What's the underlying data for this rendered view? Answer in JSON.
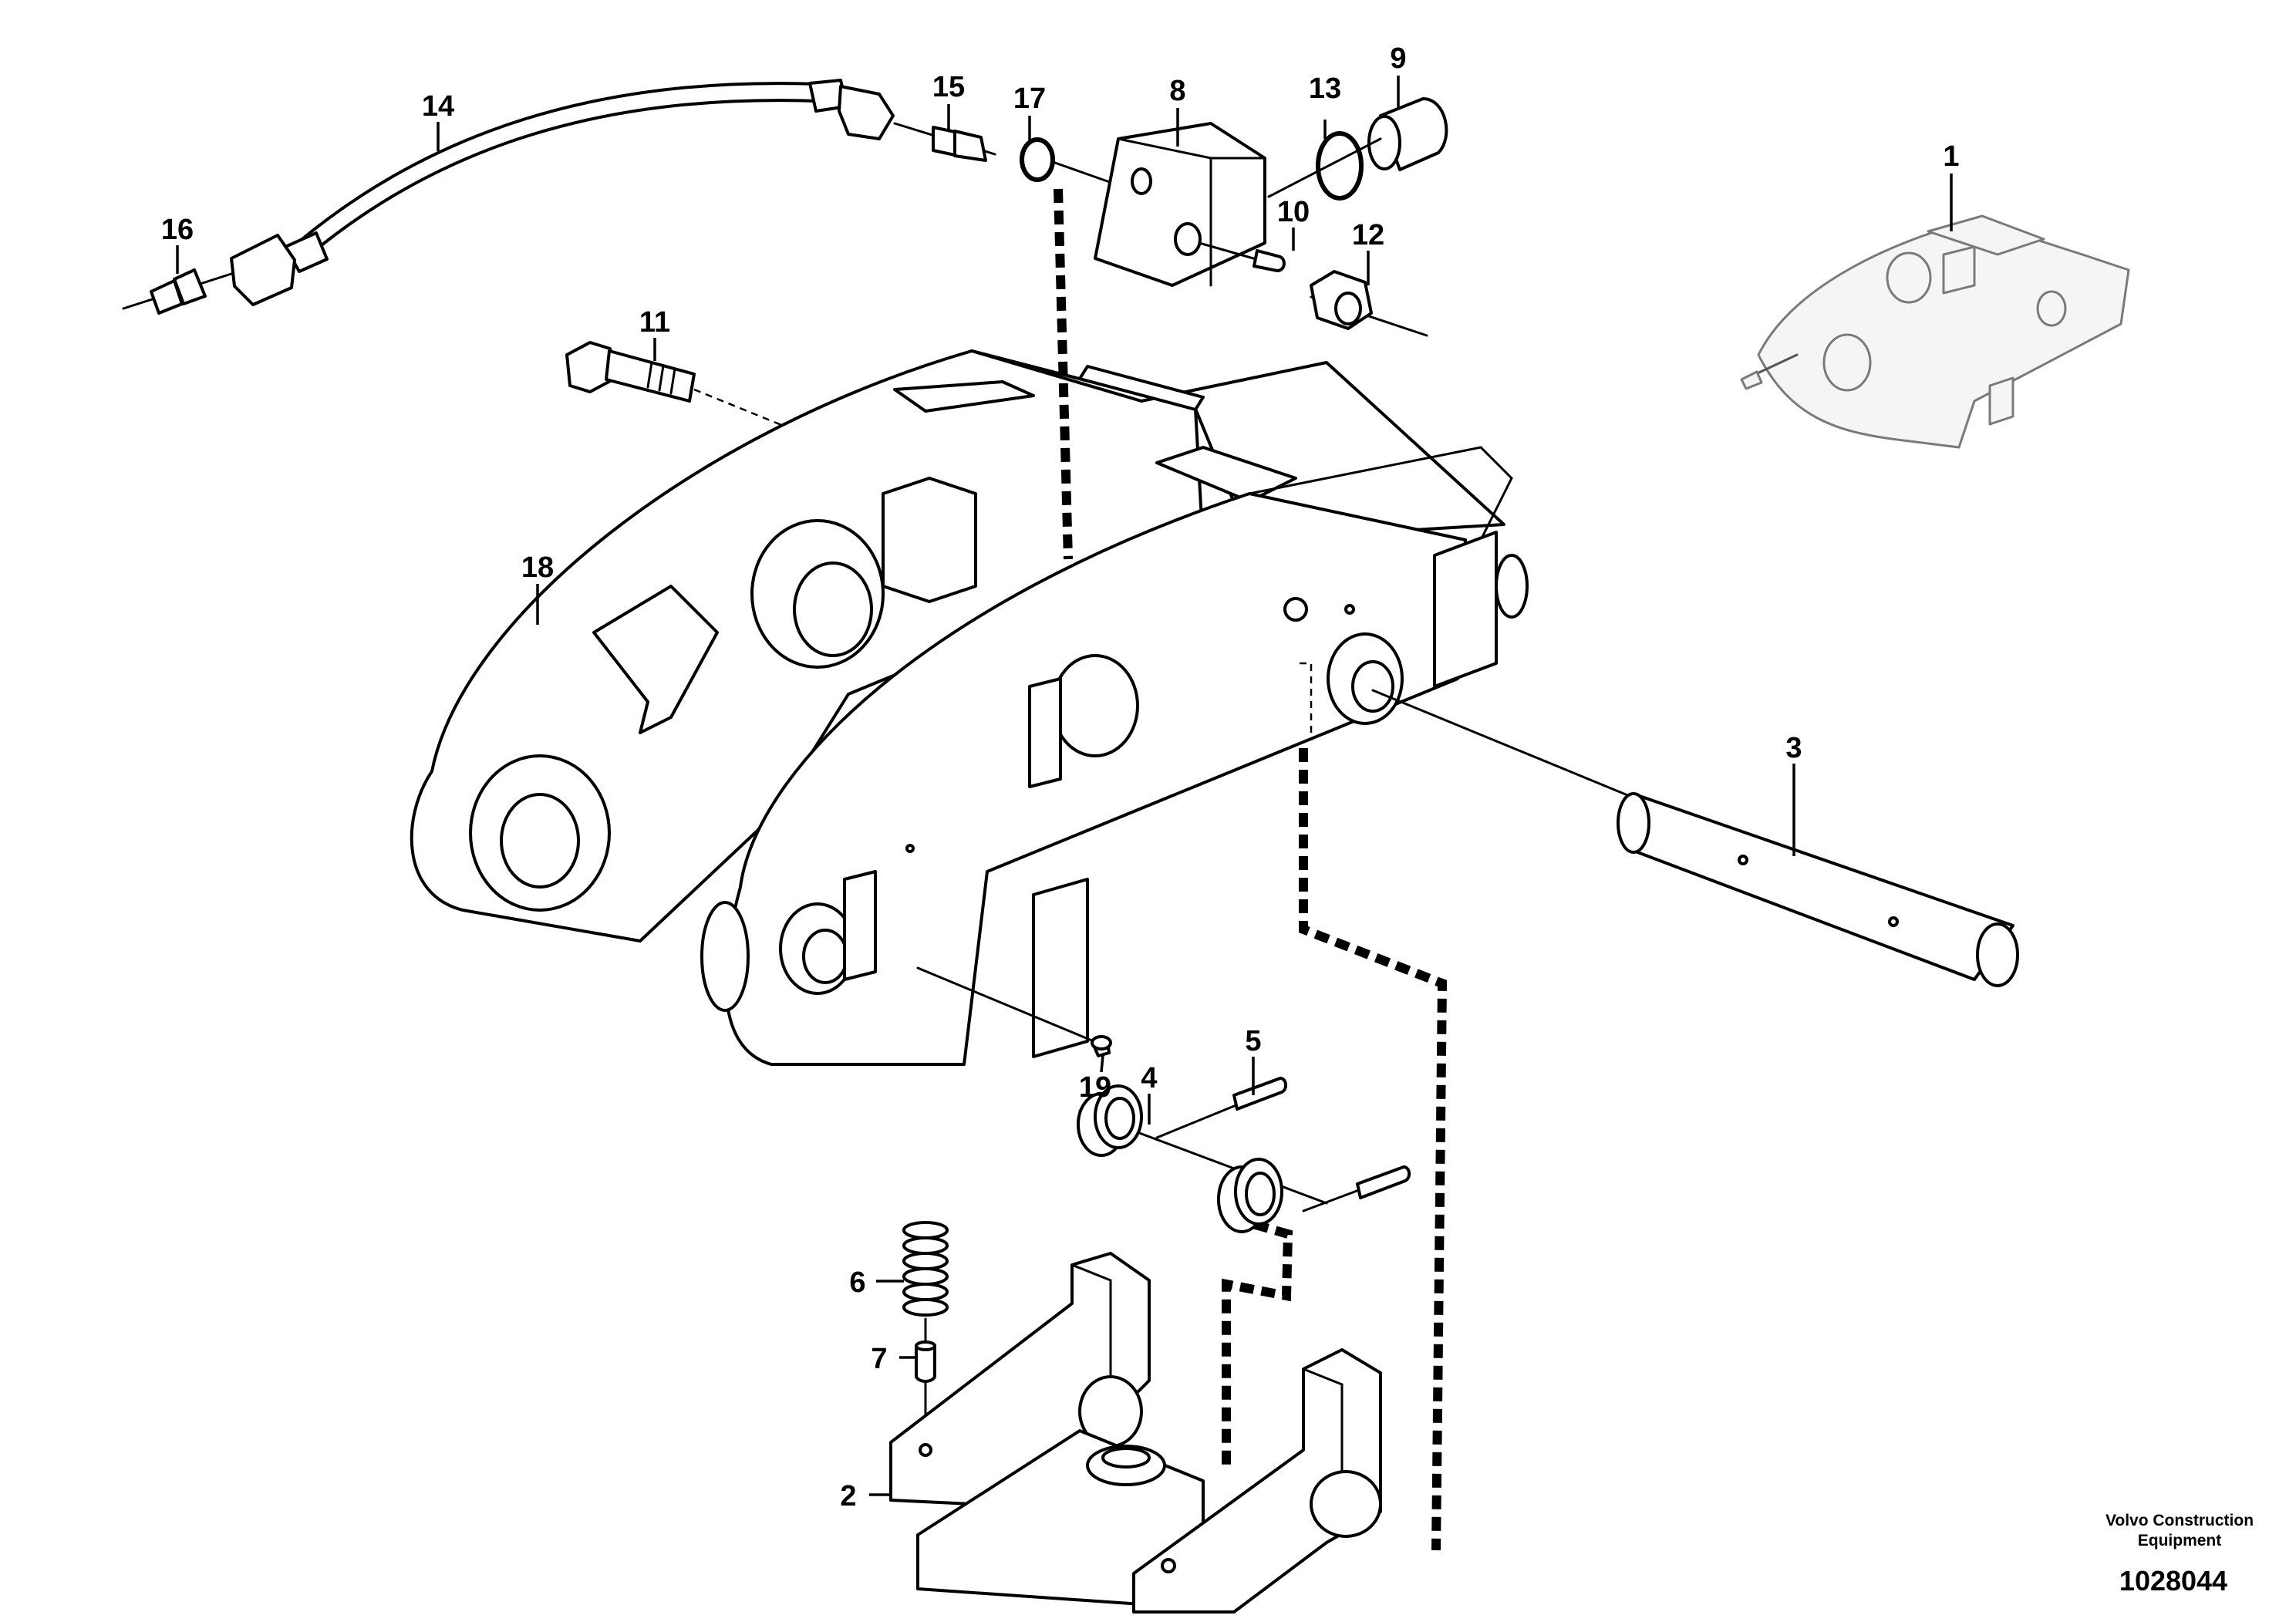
{
  "diagram": {
    "callouts": [
      {
        "id": "c1",
        "text": "1"
      },
      {
        "id": "c2",
        "text": "2"
      },
      {
        "id": "c3",
        "text": "3"
      },
      {
        "id": "c4",
        "text": "4"
      },
      {
        "id": "c5",
        "text": "5"
      },
      {
        "id": "c6",
        "text": "6"
      },
      {
        "id": "c7",
        "text": "7"
      },
      {
        "id": "c8",
        "text": "8"
      },
      {
        "id": "c9",
        "text": "9"
      },
      {
        "id": "c10",
        "text": "10"
      },
      {
        "id": "c11",
        "text": "11"
      },
      {
        "id": "c12",
        "text": "12"
      },
      {
        "id": "c13",
        "text": "13"
      },
      {
        "id": "c14",
        "text": "14"
      },
      {
        "id": "c15",
        "text": "15"
      },
      {
        "id": "c16",
        "text": "16"
      },
      {
        "id": "c17",
        "text": "17"
      },
      {
        "id": "c18",
        "text": "18"
      },
      {
        "id": "c19",
        "text": "19"
      }
    ]
  },
  "footer": {
    "brand_line1": "Volvo Construction",
    "brand_line2": "Equipment",
    "drawing_number": "1028044"
  }
}
